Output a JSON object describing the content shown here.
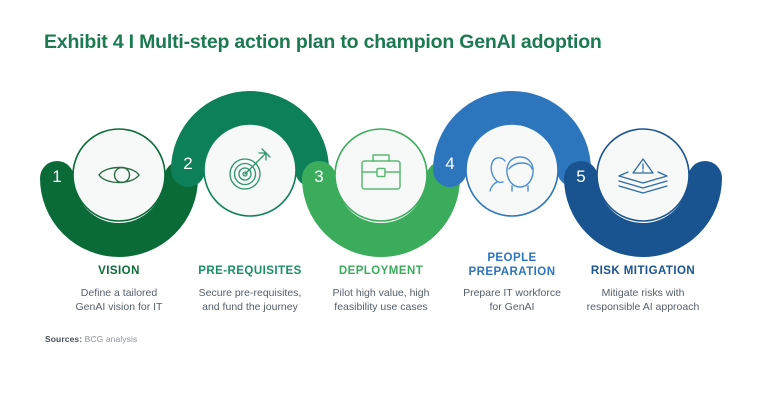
{
  "header": {
    "title": "Exhibit 4 I Multi-step action plan to champion GenAI adoption",
    "title_color": "#1c7a52"
  },
  "footer": {
    "sources_label": "Sources:",
    "sources_value": "BCG analysis"
  },
  "colors": {
    "dark_green": "#0a6b38",
    "mid_green": "#0e8059",
    "light_green": "#3bac5b",
    "blue": "#2d76bd",
    "navy": "#1a5490",
    "circle_fill": "#f7f8f8",
    "body_text": "#55606b"
  },
  "steps": [
    {
      "number": "1",
      "title": "VISION",
      "description": "Define a tailored GenAI vision for IT",
      "description_lines": [
        "Define a tailored",
        "GenAI vision for IT"
      ],
      "icon": "eye-icon",
      "color": "#0a6b38",
      "arc_direction": "down"
    },
    {
      "number": "2",
      "title": "PRE-REQUISITES",
      "description": "Secure pre-requisites, and fund the journey",
      "description_lines": [
        "Secure pre-requisites,",
        "and fund the journey"
      ],
      "icon": "target-arrow-icon",
      "color": "#0e8059",
      "arc_direction": "up"
    },
    {
      "number": "3",
      "title": "DEPLOYMENT",
      "description": "Pilot high value, high feasibility use cases",
      "description_lines": [
        "Pilot high value, high",
        "feasibility use cases"
      ],
      "icon": "briefcase-icon",
      "color": "#3bac5b",
      "arc_direction": "down"
    },
    {
      "number": "4",
      "title": "PEOPLE PREPARATION",
      "title_lines": [
        "PEOPLE",
        "PREPARATION"
      ],
      "description": "Prepare IT workforce for GenAI",
      "description_lines": [
        "Prepare IT workforce",
        "for GenAI"
      ],
      "icon": "people-icon",
      "color": "#2d76bd",
      "arc_direction": "up"
    },
    {
      "number": "5",
      "title": "RISK MITIGATION",
      "description": "Mitigate risks with responsible AI approach",
      "description_lines": [
        "Mitigate risks with",
        "responsible AI approach"
      ],
      "icon": "layers-warning-icon",
      "color": "#1a5490",
      "arc_direction": "down"
    }
  ]
}
